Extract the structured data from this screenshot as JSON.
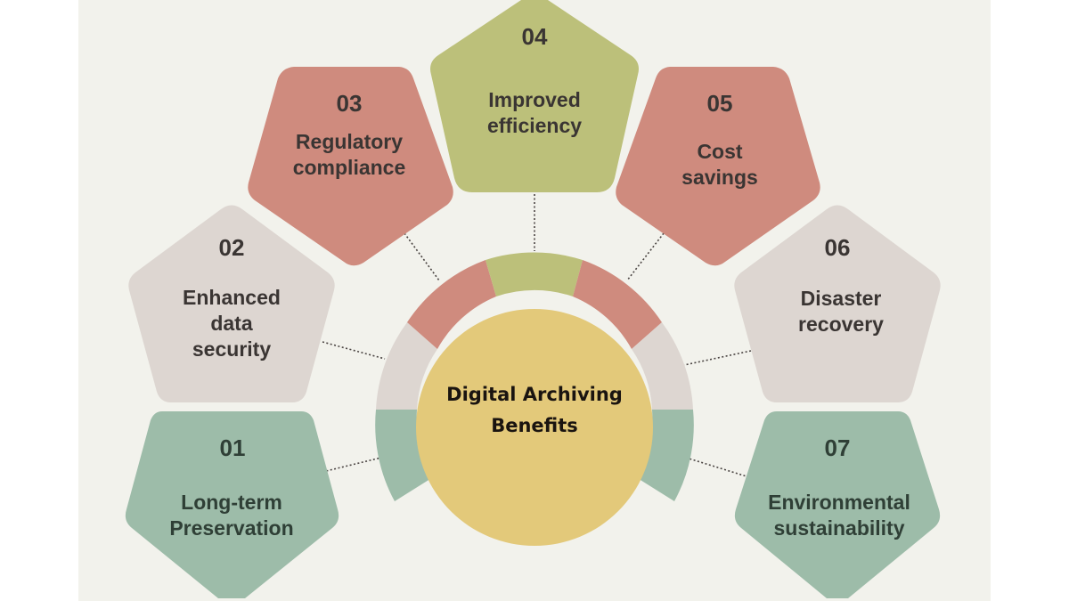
{
  "title": "Digital Archiving Benefits",
  "center": {
    "line1": "Digital Archiving",
    "line2": "Benefits",
    "color": "#e3c97a"
  },
  "colors": {
    "background": "#f2f2ec",
    "green": "#9dbca9",
    "beige": "#ddd6d1",
    "rose": "#cf8b7e",
    "olive": "#bcc07a",
    "text": "#3a3533"
  },
  "items": [
    {
      "number": "01",
      "line1": "Long-term",
      "line2": "Preservation",
      "line3": "",
      "color": "green"
    },
    {
      "number": "02",
      "line1": "Enhanced",
      "line2": "data",
      "line3": "security",
      "color": "beige"
    },
    {
      "number": "03",
      "line1": "Regulatory",
      "line2": "compliance",
      "line3": "",
      "color": "rose"
    },
    {
      "number": "04",
      "line1": "Improved",
      "line2": "efficiency",
      "line3": "",
      "color": "olive"
    },
    {
      "number": "05",
      "line1": "Cost",
      "line2": "savings",
      "line3": "",
      "color": "rose"
    },
    {
      "number": "06",
      "line1": "Disaster",
      "line2": "recovery",
      "line3": "",
      "color": "beige"
    },
    {
      "number": "07",
      "line1": "Environmental",
      "line2": "sustainability",
      "line3": "",
      "color": "green"
    }
  ]
}
